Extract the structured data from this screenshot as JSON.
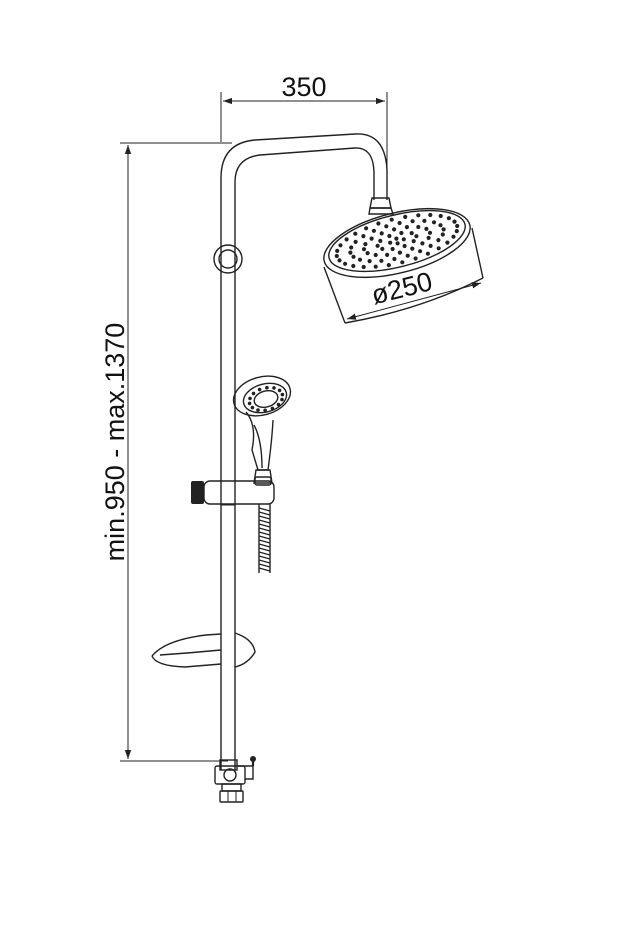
{
  "dimensions": {
    "arm_length": "350",
    "head_diameter": "ø250",
    "height_range": "min.950 - max.1370"
  },
  "colors": {
    "line": "#222222",
    "background": "#ffffff"
  }
}
